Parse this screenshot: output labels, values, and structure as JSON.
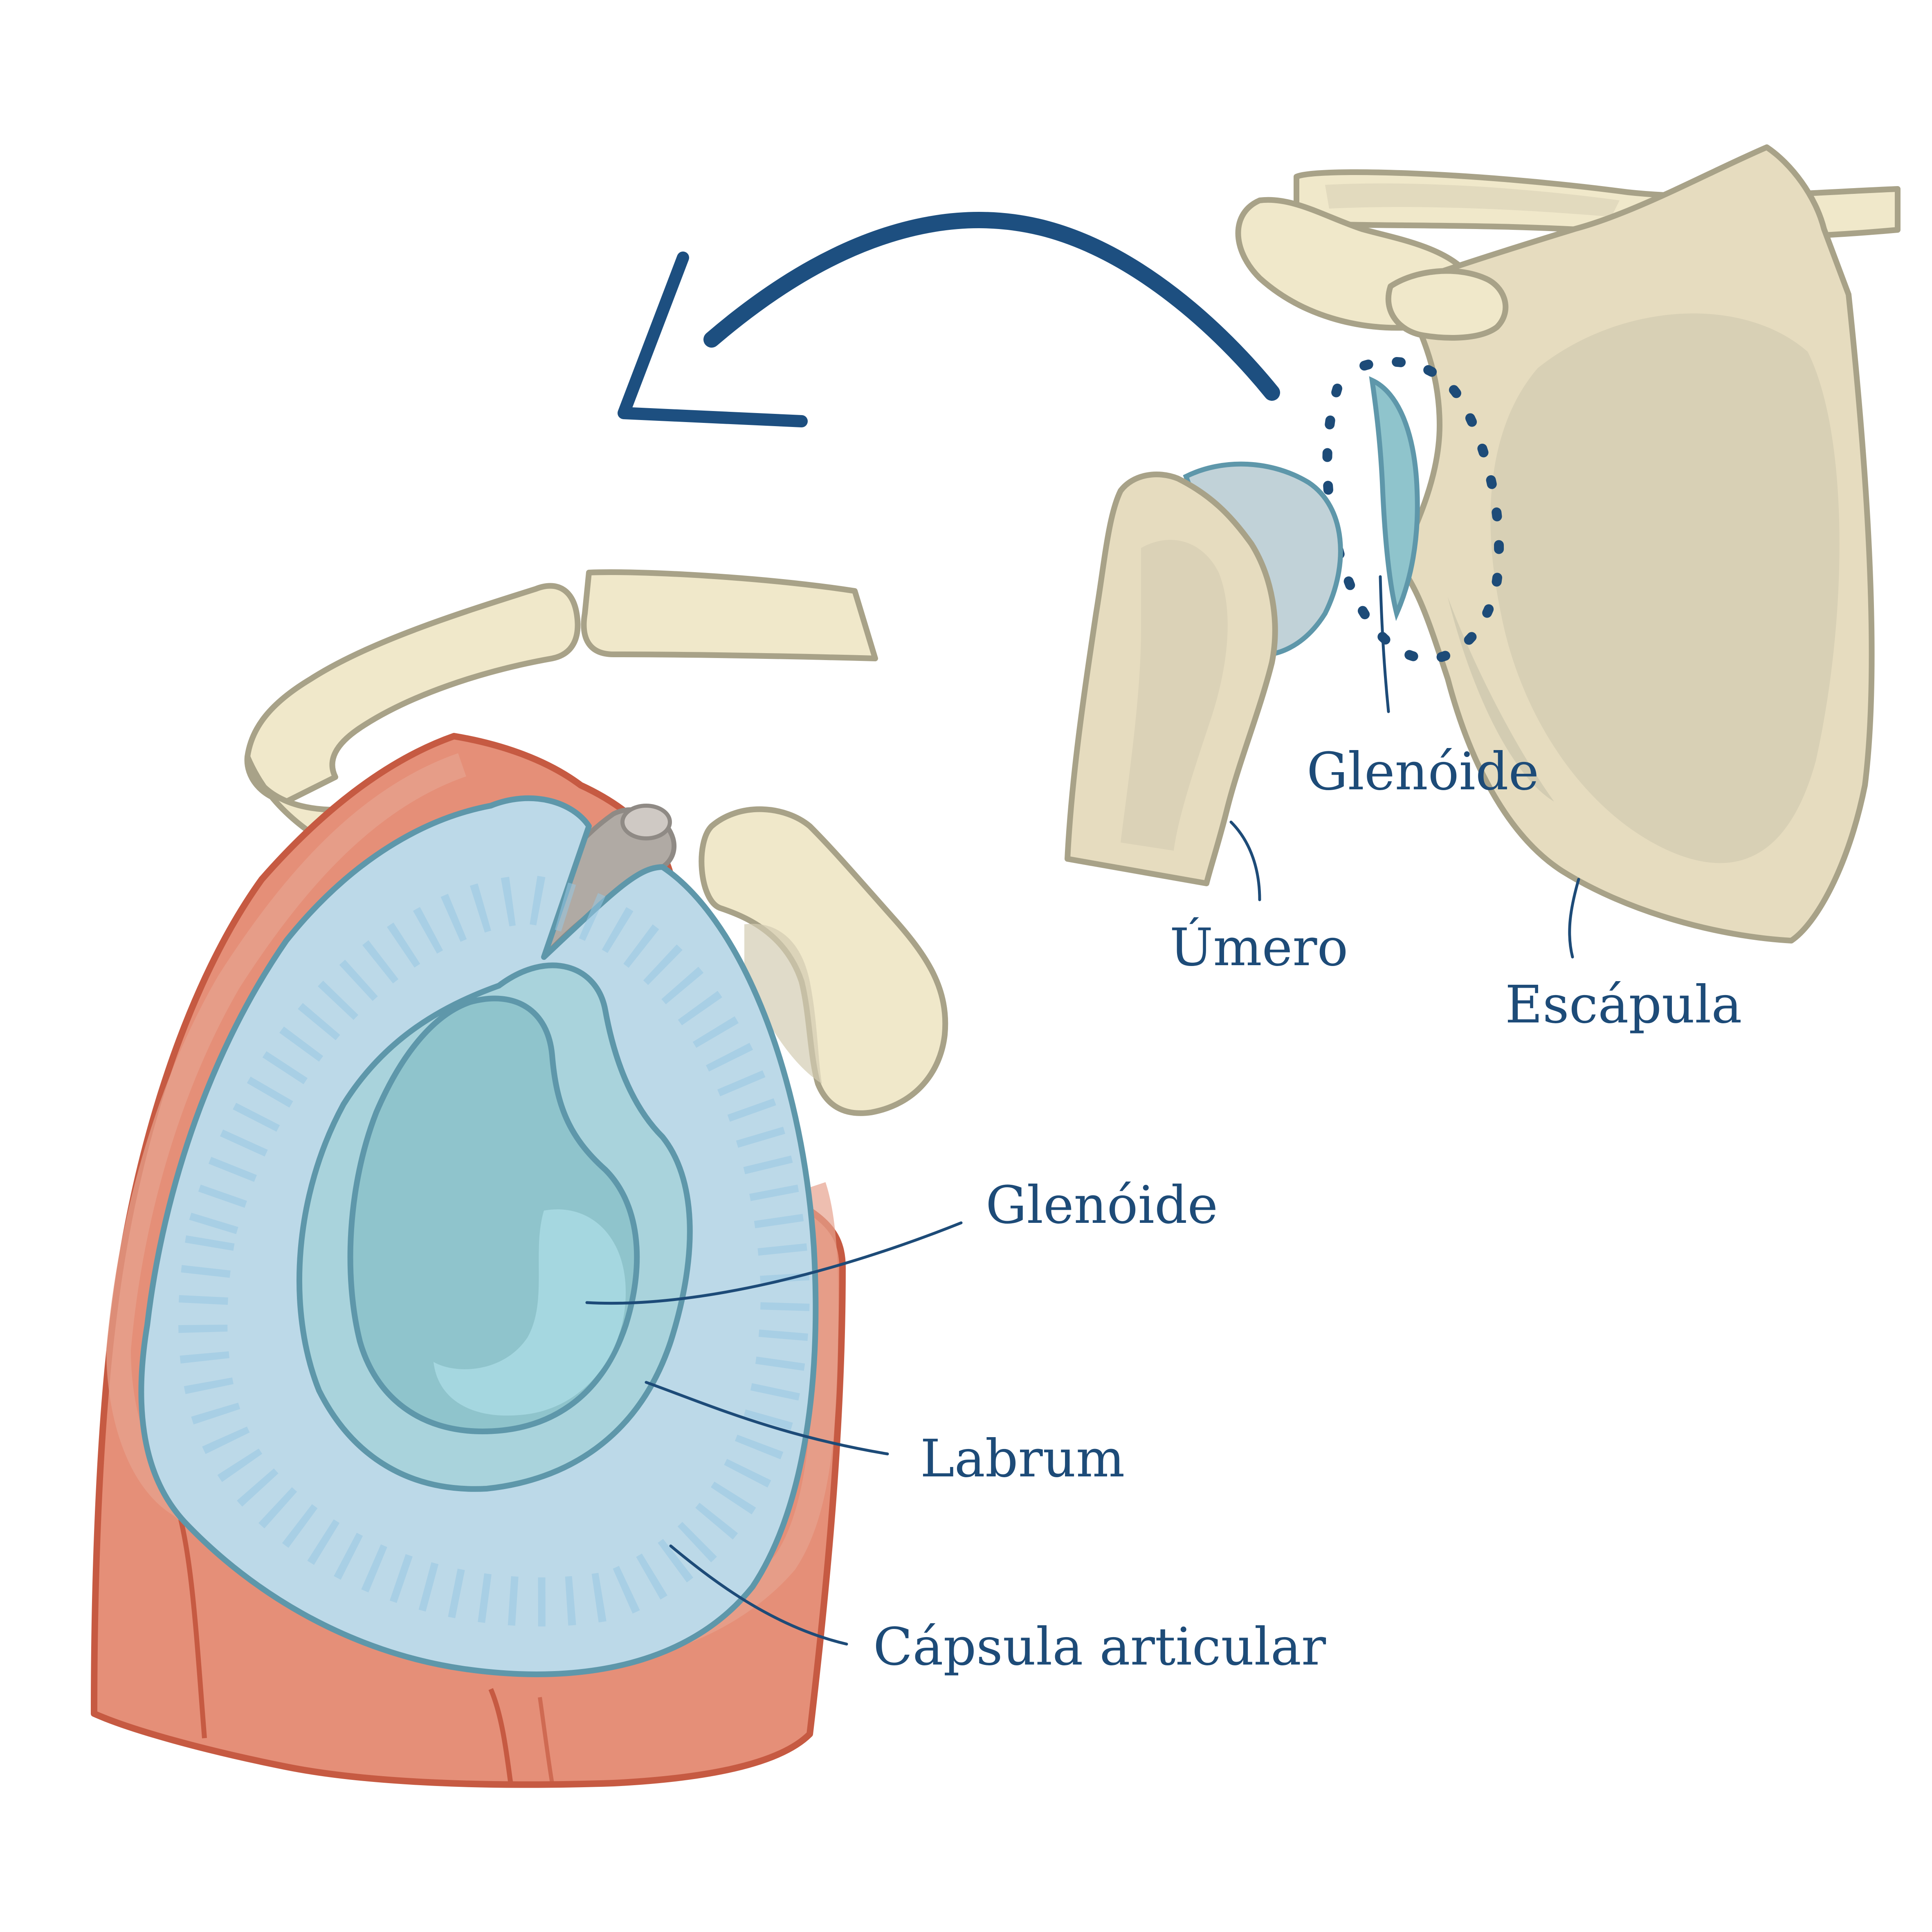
{
  "labels": {
    "glenoid_small": "Glenóide",
    "humerus": "Úmero",
    "scapula": "Escápula",
    "glenoid_large": "Glenóide",
    "labrum": "Labrum",
    "capsule": "Cápsula articular"
  },
  "colors": {
    "label_text": "#1d4b78",
    "bone": "#e6dcbf",
    "bone_outline": "#a8a288",
    "muscle": "#e58f78",
    "muscle_outline": "#c65a42",
    "capsule_fill": "#bcd9e8",
    "labrum_fill": "#a9d3dc",
    "glenoid_fill": "#8fc4cc",
    "cartilage_outline": "#5e97aa",
    "arrow": "#1d4f80"
  }
}
